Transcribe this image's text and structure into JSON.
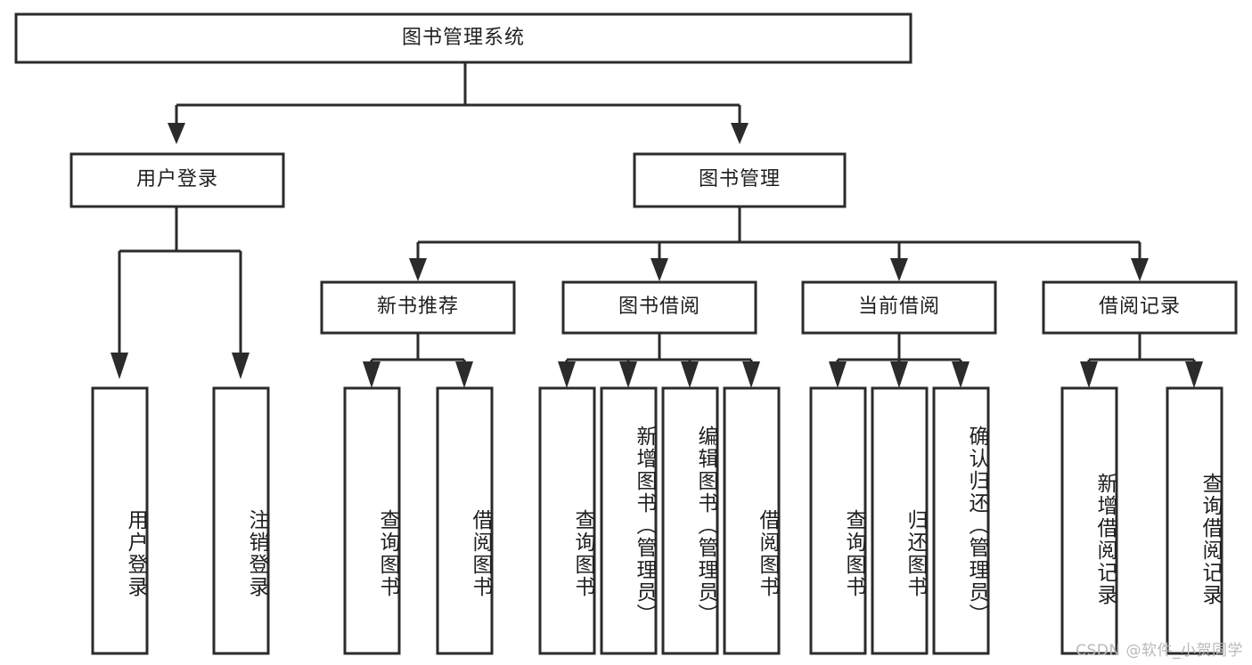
{
  "diagram": {
    "type": "tree-hierarchy",
    "title": "图书管理系统",
    "watermark": "CSDN @软件_小贺同学",
    "colors": {
      "stroke": "#2b2b2b",
      "fill": "#ffffff",
      "text": "#1f1f1f",
      "watermark": "#b9b9b9",
      "background": "#ffffff"
    },
    "nodes": {
      "root": {
        "label": "图书管理系统",
        "level": 0,
        "orientation": "horizontal"
      },
      "l1_0": {
        "label": "用户登录",
        "level": 1,
        "orientation": "horizontal"
      },
      "l1_1": {
        "label": "图书管理",
        "level": 1,
        "orientation": "horizontal"
      },
      "l2_0": {
        "label": "新书推荐",
        "level": 2,
        "orientation": "horizontal"
      },
      "l2_1": {
        "label": "图书借阅",
        "level": 2,
        "orientation": "horizontal"
      },
      "l2_2": {
        "label": "当前借阅",
        "level": 2,
        "orientation": "horizontal"
      },
      "l2_3": {
        "label": "借阅记录",
        "level": 2,
        "orientation": "horizontal"
      },
      "leaf_0": {
        "label": "用户登录",
        "level": 3,
        "orientation": "vertical",
        "parent": "用户登录"
      },
      "leaf_1": {
        "label": "注销登录",
        "level": 3,
        "orientation": "vertical",
        "parent": "用户登录"
      },
      "leaf_2": {
        "label": "查询图书",
        "level": 3,
        "orientation": "vertical",
        "parent": "新书推荐"
      },
      "leaf_3": {
        "label": "借阅图书",
        "level": 3,
        "orientation": "vertical",
        "parent": "新书推荐"
      },
      "leaf_4": {
        "label": "查询图书",
        "level": 3,
        "orientation": "vertical",
        "parent": "图书借阅"
      },
      "leaf_5": {
        "label": "新增图书（管理员）",
        "level": 3,
        "orientation": "vertical",
        "parent": "图书借阅"
      },
      "leaf_6": {
        "label": "编辑图书（管理员）",
        "level": 3,
        "orientation": "vertical",
        "parent": "图书借阅"
      },
      "leaf_7": {
        "label": "借阅图书",
        "level": 3,
        "orientation": "vertical",
        "parent": "图书借阅"
      },
      "leaf_8": {
        "label": "查询图书",
        "level": 3,
        "orientation": "vertical",
        "parent": "当前借阅"
      },
      "leaf_9": {
        "label": "归还图书",
        "level": 3,
        "orientation": "vertical",
        "parent": "当前借阅"
      },
      "leaf_10": {
        "label": "确认归还（管理员）",
        "level": 3,
        "orientation": "vertical",
        "parent": "当前借阅"
      },
      "leaf_11": {
        "label": "新增借阅记录",
        "level": 3,
        "orientation": "vertical",
        "parent": "借阅记录"
      },
      "leaf_12": {
        "label": "查询借阅记录",
        "level": 3,
        "orientation": "vertical",
        "parent": "借阅记录"
      }
    }
  }
}
